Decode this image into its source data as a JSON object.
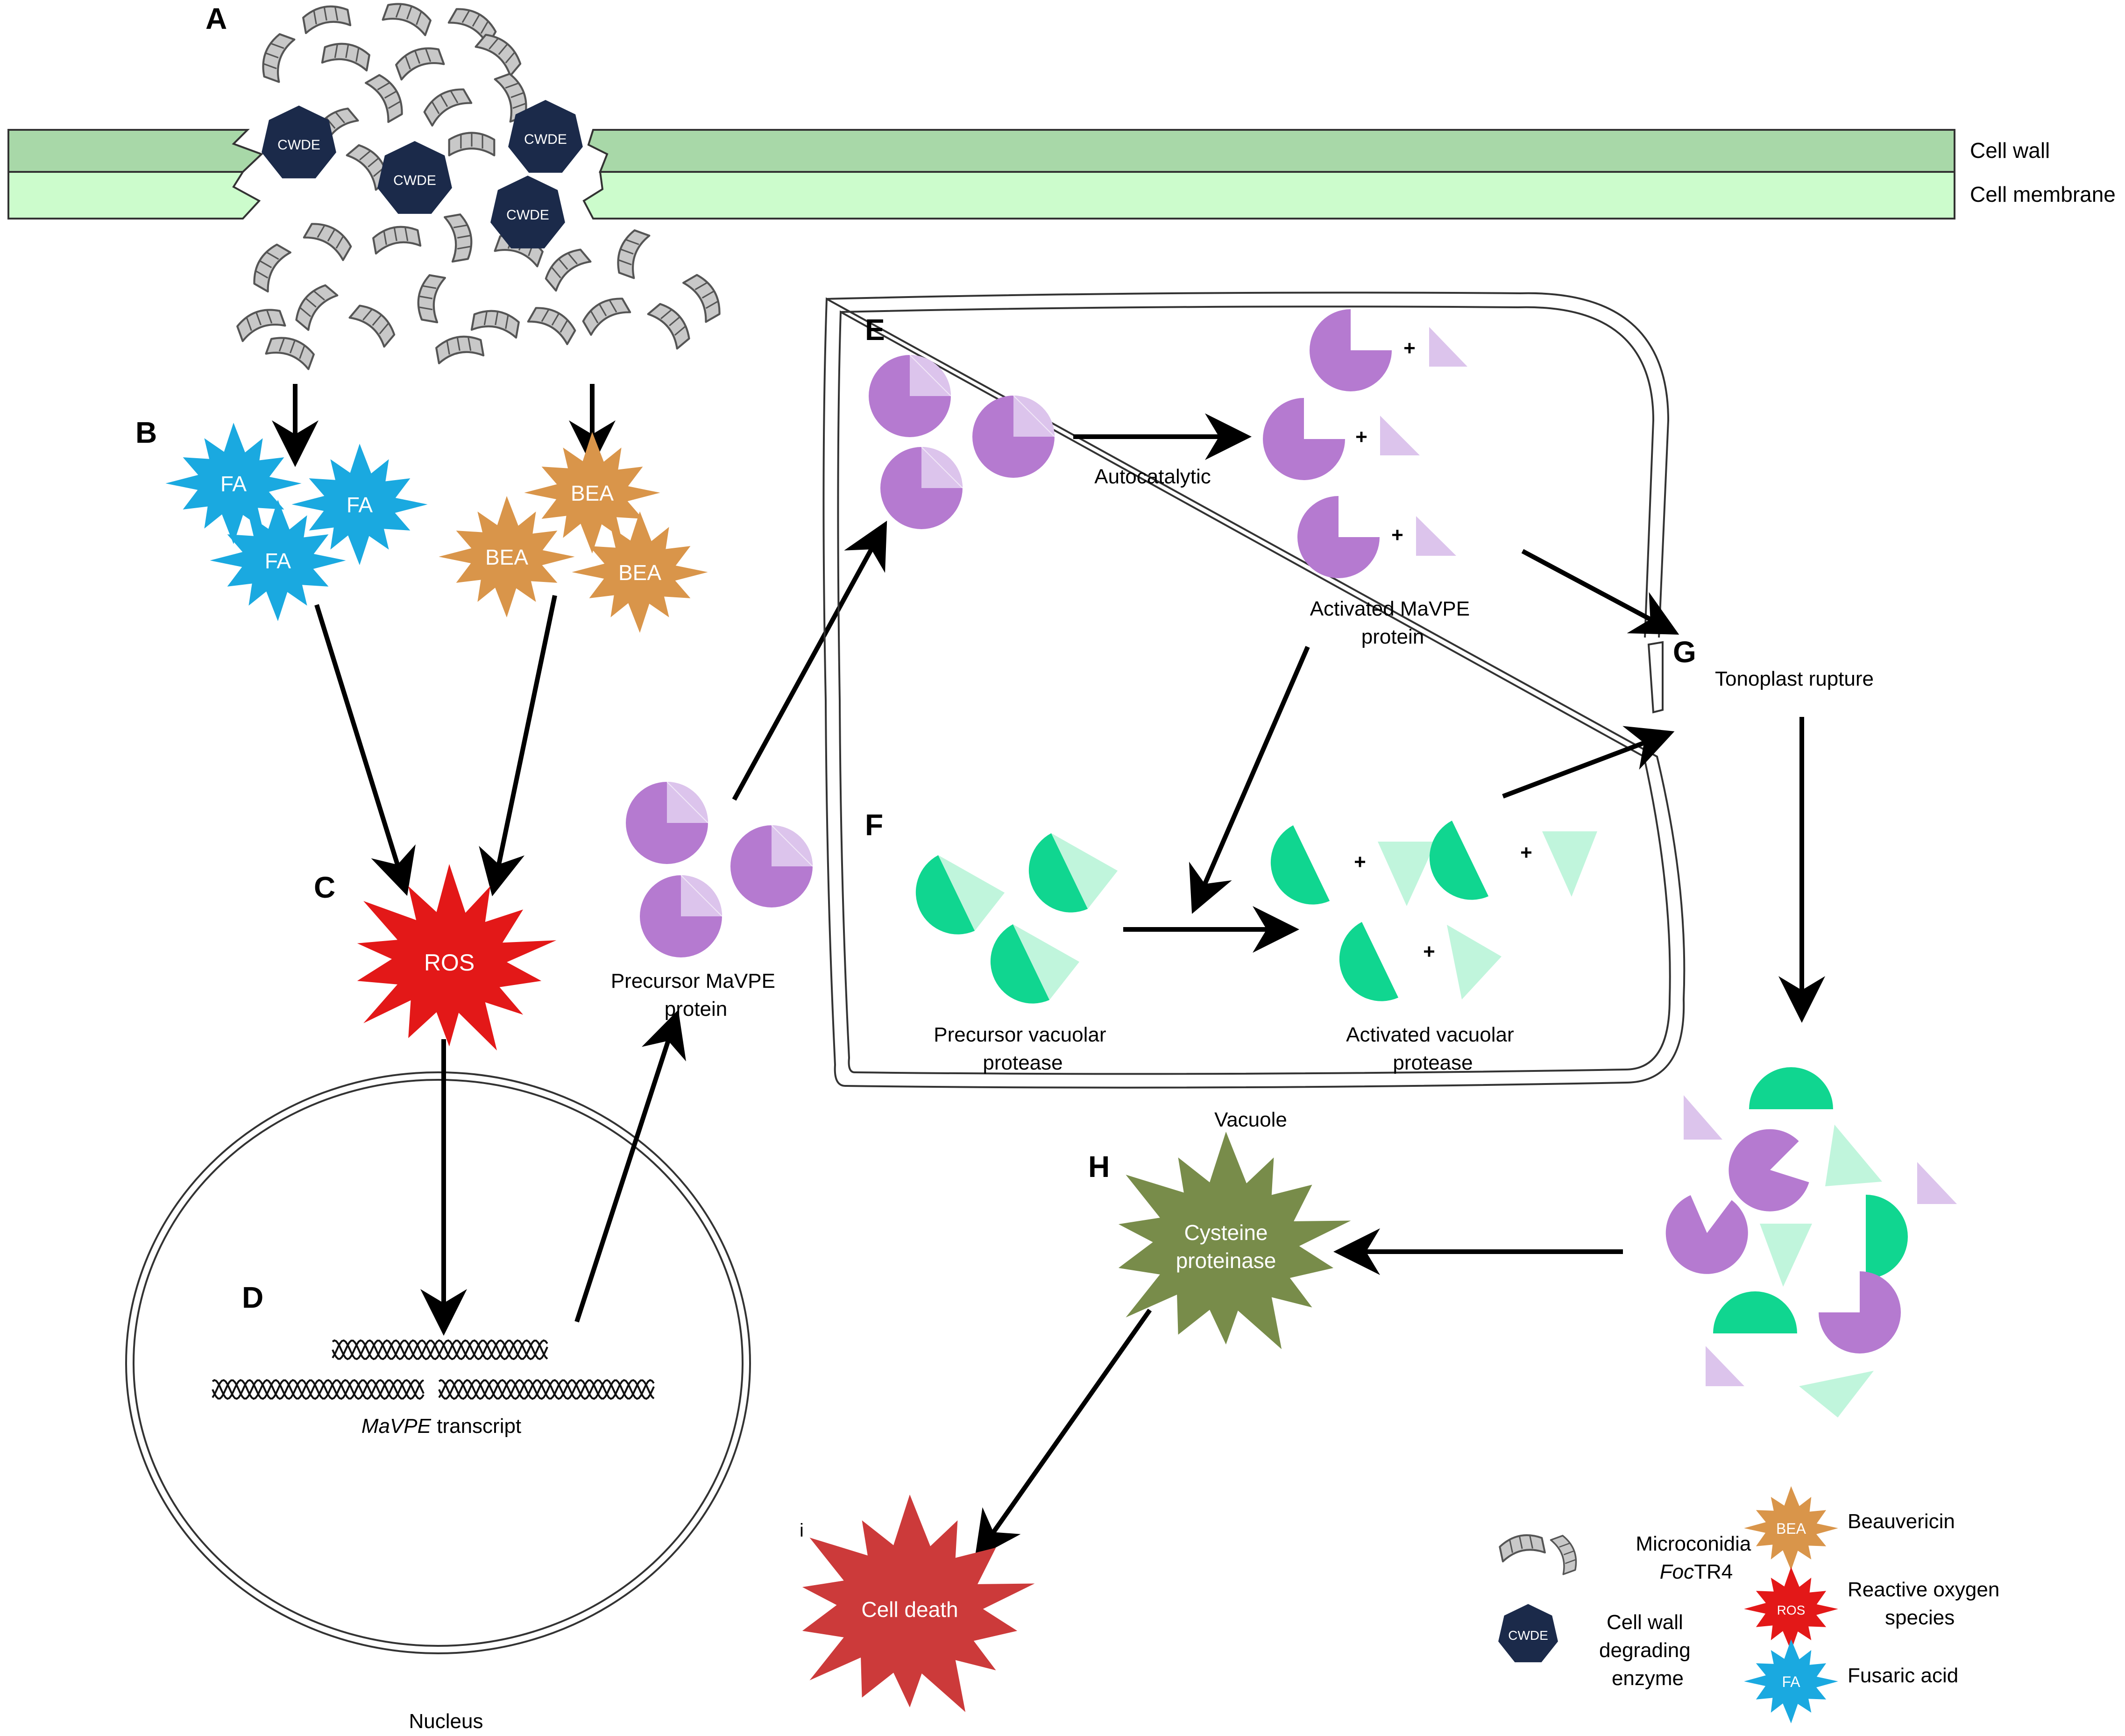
{
  "panel_letters": {
    "a": "A",
    "b": "B",
    "c": "C",
    "d": "D",
    "e": "E",
    "f": "F",
    "g": "G",
    "h": "H",
    "i": "i"
  },
  "membrane": {
    "cell_wall": "Cell wall",
    "cell_membrane": "Cell membrane"
  },
  "toxins": {
    "cwde": "CWDE",
    "fa": "FA",
    "bea": "BEA",
    "ros": "ROS"
  },
  "labels": {
    "transcript_gene": "MaVPE",
    "transcript_word": "transcript",
    "nucleus": "Nucleus",
    "precursor_mavpe": [
      "Precursor MaVPE",
      "protein"
    ],
    "autocatalytic": "Autocatalytic",
    "activated_mavpe": [
      "Activated MaVPE",
      "protein"
    ],
    "precursor_vp": [
      "Precursor vacuolar",
      "protease"
    ],
    "activated_vp": [
      "Activated vacuolar",
      "protease"
    ],
    "vacuole": "Vacuole",
    "tonoplast": "Tonoplast rupture",
    "cysteine": [
      "Cysteine",
      "proteinase"
    ],
    "cell_death": "Cell death",
    "plus": "+"
  },
  "legend": {
    "microconidia_line1": "Microconidia",
    "microconidia_foc": "Foc",
    "microconidia_tr4": "TR4",
    "cwde": [
      "Cell wall",
      "degrading",
      "enzyme"
    ],
    "bea": "Beauvericin",
    "ros": [
      "Reactive oxygen",
      "species"
    ],
    "fa": "Fusaric acid"
  },
  "colors": {
    "cell_wall": "#a8d8a8",
    "cell_membrane": "#ccfccc",
    "cwde": "#1b2a4a",
    "fa": "#1aa9e0",
    "bea": "#d9954a",
    "ros": "#e31818",
    "mavpe": "#b57ad0",
    "mavpe_light": "#dcc4ec",
    "vp": "#10d690",
    "vp_light": "#c0f5dc",
    "cysteine": "#788c4a",
    "cell_death": "#cc3a3a",
    "conidia": "#c8c8c8"
  }
}
